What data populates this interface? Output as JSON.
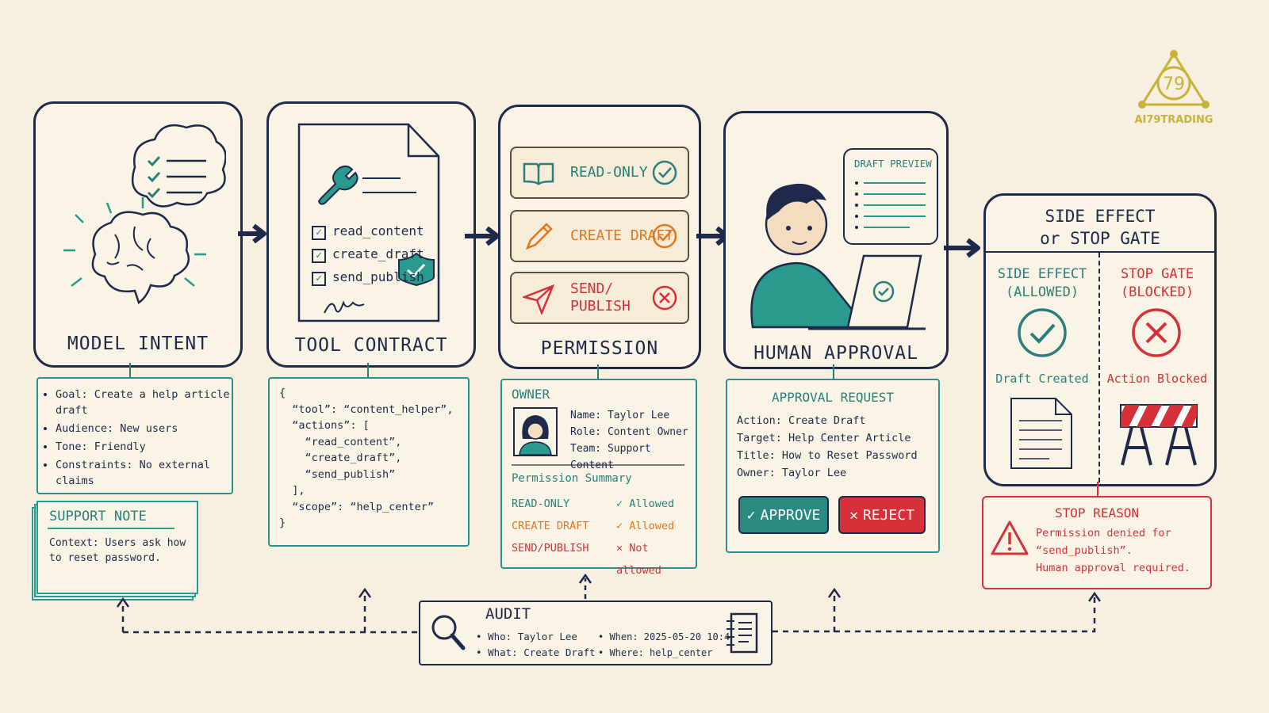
{
  "brand": {
    "logo_text": "AI79TRADING",
    "logo_mark": "79"
  },
  "stages": [
    {
      "title": "MODEL INTENT"
    },
    {
      "title": "TOOL CONTRACT"
    },
    {
      "title": "PERMISSION"
    },
    {
      "title": "HUMAN APPROVAL"
    },
    {
      "title_line1": "SIDE EFFECT",
      "title_line2": "or STOP GATE"
    }
  ],
  "intent_note": {
    "items": [
      "Goal: Create a help article draft",
      "Audience: New users",
      "Tone: Friendly",
      "Constraints: No external claims"
    ]
  },
  "support_note": {
    "title": "SUPPORT NOTE",
    "text": "Context: Users ask how to reset password."
  },
  "contract_doc": {
    "checks": [
      "read_content",
      "create_draft",
      "send_publish"
    ]
  },
  "contract_json": {
    "lines": [
      "{",
      "  “tool”: “content_helper”,",
      "  “actions”: [",
      "    “read_content”,",
      "    “create_draft”,",
      "    “send_publish”",
      "  ],",
      "  “scope”: “help_center”",
      "}"
    ]
  },
  "permissions": [
    {
      "label": "READ-ONLY",
      "icon": "book-icon",
      "status": "check",
      "color": "#2a7f7b"
    },
    {
      "label": "CREATE DRAFT",
      "icon": "pencil-icon",
      "status": "check",
      "color": "#e4761d"
    },
    {
      "label": "SEND/\nPUBLISH",
      "icon": "paper-plane-icon",
      "status": "cross",
      "color": "#d6313b"
    }
  ],
  "owner_card": {
    "heading": "OWNER",
    "name": "Name: Taylor Lee",
    "role": "Role: Content Owner",
    "team": "Team: Support Content",
    "summary_title": "Permission Summary",
    "rows": [
      {
        "label": "READ-ONLY",
        "value": "✓ Allowed",
        "color": "#2a7f7b"
      },
      {
        "label": "CREATE DRAFT",
        "value": "✓ Allowed",
        "color": "#e4761d"
      },
      {
        "label": "SEND/PUBLISH",
        "value": "✕ Not allowed",
        "color": "#d6313b"
      }
    ]
  },
  "draft_preview": {
    "label": "DRAFT PREVIEW"
  },
  "approval_request": {
    "title": "APPROVAL REQUEST",
    "lines": [
      "Action: Create Draft",
      "Target: Help Center Article",
      "Title: How to Reset Password",
      "Owner: Taylor Lee"
    ],
    "approve_label": "APPROVE",
    "reject_label": "REJECT"
  },
  "side_effect": {
    "allowed_title_1": "SIDE EFFECT",
    "allowed_title_2": "(ALLOWED)",
    "allowed_caption": "Draft Created",
    "blocked_title_1": "STOP GATE",
    "blocked_title_2": "(BLOCKED)",
    "blocked_caption": "Action Blocked"
  },
  "stop_reason": {
    "title": "STOP REASON",
    "line1": "Permission denied for",
    "line2": "“send_publish”.",
    "line3": "Human approval required."
  },
  "audit": {
    "title": "AUDIT",
    "who": "Who: Taylor Lee",
    "what": "What: Create Draft",
    "when": "When: 2025-05-20 10:42",
    "where": "Where: help_center"
  },
  "colors": {
    "ink": "#1f2a4a",
    "teal": "#2a7f7b",
    "orange": "#e4761d",
    "red": "#d6313b",
    "paper": "#f7efdf"
  }
}
